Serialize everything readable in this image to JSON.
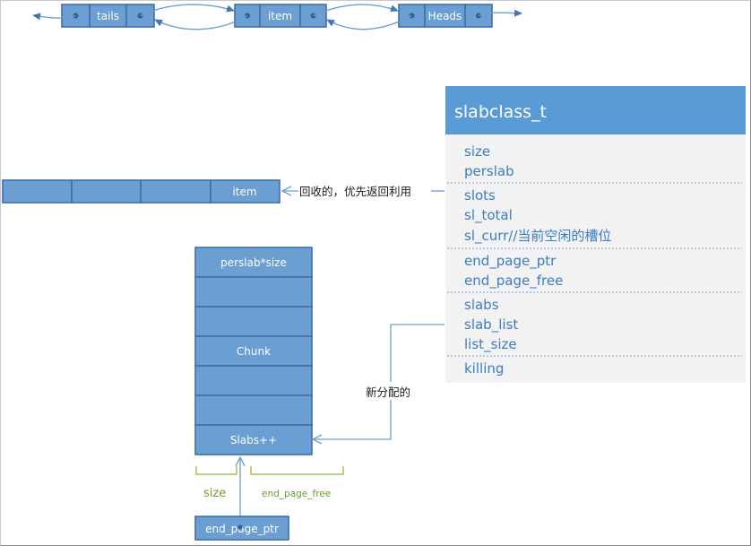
{
  "linked_list": {
    "nodes": [
      {
        "label": "tails"
      },
      {
        "label": "item"
      },
      {
        "label": "Heads"
      }
    ]
  },
  "slabclass": {
    "title": "slabclass_t",
    "groups": [
      [
        "size",
        "perslab"
      ],
      [
        "slots",
        "sl_total",
        "sl_curr//当前空闲的槽位"
      ],
      [
        "end_page_ptr",
        "end_page_free"
      ],
      [
        "slabs",
        "slab_list",
        "list_size"
      ],
      [
        "killing"
      ]
    ]
  },
  "slots_array": {
    "item_label": "item",
    "annotation": "回收的，优先返回利用"
  },
  "slab": {
    "rows": [
      "perslab*size",
      "",
      "",
      "Chunk",
      "",
      "",
      "Slabs++"
    ],
    "new_alloc_label": "新分配的",
    "size_label": "size",
    "end_page_free_label": "end_page_free",
    "end_page_ptr_label": "end_page_ptr"
  },
  "colors": {
    "box_fill": "#6b9ed2",
    "box_stroke": "#3f6fa6",
    "panel_header": "#5b9bd5",
    "panel_body": "#f2f2f2",
    "field_text": "#3a7cc4",
    "bracket_green": "#8ab34a"
  }
}
